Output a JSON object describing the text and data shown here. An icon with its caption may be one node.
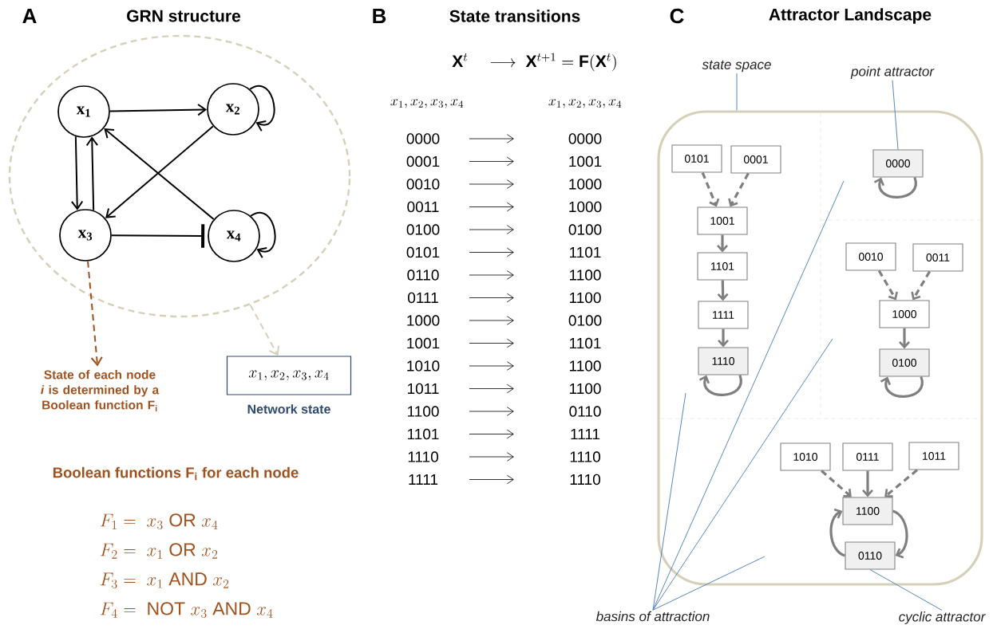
{
  "diagram": {
    "nodes": [
      {
        "text": [],
        "shape": "ellipse"
      },
      {
        "text": [
          "x$_{1}$"
        ],
        "in": 0
      },
      {
        "text": [
          "x$_{2}$"
        ],
        "in": 0
      },
      {
        "text": [
          "x$_{3}$"
        ],
        "in": 0
      },
      {
        "text": [
          "x$_{4}$"
        ],
        "in": 0
      },
      {
        "text": [
          "State of each node *i* is determined by a Boolean function F$_{i}$"
        ]
      },
      {
        "text": [
          "x_1,x_2,x_3,x_4",
          "Network state"
        ]
      },
      {
        "text": [],
        "shape": "box"
      },
      {
        "text": [
          "0101"
        ],
        "in": 7
      },
      {
        "text": [
          "0001"
        ],
        "in": 7
      },
      {
        "text": [
          "1001"
        ],
        "in": 7
      },
      {
        "text": [
          "1101"
        ],
        "in": 7
      },
      {
        "text": [
          "1111"
        ],
        "in": 7
      },
      {
        "text": [
          "1110"
        ],
        "in": 7
      },
      {
        "text": [
          "0000"
        ],
        "in": 7
      },
      {
        "text": [
          "0010"
        ],
        "in": 7
      },
      {
        "text": [
          "0011"
        ],
        "in": 7
      },
      {
        "text": [
          "1000"
        ],
        "in": 7
      },
      {
        "text": [
          "0100"
        ],
        "in": 7
      },
      {
        "text": [
          "1010"
        ],
        "in": 7
      },
      {
        "text": [
          "0111"
        ],
        "in": 7
      },
      {
        "text": [
          "1011"
        ],
        "in": 7
      },
      {
        "text": [
          "1100"
        ],
        "in": 7
      },
      {
        "text": [
          "0110"
        ],
        "in": 7
      },
      {
        "text": [
          "state space"
        ]
      },
      {
        "text": [
          "point attractor"
        ]
      },
      {
        "text": [
          "basins of attraction"
        ]
      },
      {
        "text": [
          "cyclic attractor"
        ]
      }
    ],
    "edges": [
      {
        "from": 1,
        "to": 2,
        "arrow": "to",
        "color": "#000000"
      },
      {
        "from": 2,
        "to": 2,
        "arrow": "to",
        "color": "#000000"
      },
      {
        "from": 2,
        "to": 3,
        "arrow": "to",
        "color": "#000000"
      },
      {
        "from": 4,
        "to": 1,
        "arrow": "to",
        "color": "#000000"
      },
      {
        "from": 1,
        "to": 3,
        "arrow": "to",
        "color": "#000000"
      },
      {
        "from": 3,
        "to": 1,
        "arrow": "to",
        "color": "#000000"
      },
      {
        "from": 3,
        "to": 4,
        "arrow": "other",
        "color": "#000000"
      },
      {
        "from": 4,
        "to": 4,
        "arrow": "to",
        "color": "#000000"
      },
      {
        "from": 3,
        "to": 5,
        "arrow": "to",
        "style": "dashed",
        "color": "#a0521e"
      },
      {
        "from": 0,
        "to": 6,
        "arrow": "to",
        "style": "dashed",
        "color": "#d6d0b8"
      },
      {
        "from": 8,
        "to": 10,
        "arrow": "to",
        "style": "dashed"
      },
      {
        "from": 9,
        "to": 10,
        "arrow": "to",
        "style": "dashed"
      },
      {
        "from": 10,
        "to": 11,
        "arrow": "to"
      },
      {
        "from": 11,
        "to": 12,
        "arrow": "to"
      },
      {
        "from": 12,
        "to": 13,
        "arrow": "to"
      },
      {
        "from": 13,
        "to": 13,
        "arrow": "to"
      },
      {
        "from": 14,
        "to": 14,
        "arrow": "to"
      },
      {
        "from": 15,
        "to": 17,
        "arrow": "to",
        "style": "dashed"
      },
      {
        "from": 16,
        "to": 17,
        "arrow": "to",
        "style": "dashed"
      },
      {
        "from": 17,
        "to": 18,
        "arrow": "to"
      },
      {
        "from": 18,
        "to": 18,
        "arrow": "to"
      },
      {
        "from": 19,
        "to": 22,
        "arrow": "to",
        "style": "dashed"
      },
      {
        "from": 20,
        "to": 22,
        "arrow": "to"
      },
      {
        "from": 21,
        "to": 22,
        "arrow": "to",
        "style": "dashed"
      },
      {
        "from": 22,
        "to": 23,
        "arrow": "to"
      },
      {
        "from": 23,
        "to": 22,
        "arrow": "to"
      },
      {
        "from": 24,
        "to": 7,
        "arrow": "none",
        "color": "#4a7ebb"
      },
      {
        "from": 25,
        "to": 14,
        "arrow": "none",
        "color": "#4a7ebb"
      },
      {
        "from": 26,
        "to": null,
        "arrow": "none",
        "color": "#4a7ebb"
      },
      {
        "from": 26,
        "to": null,
        "arrow": "none",
        "color": "#4a7ebb"
      },
      {
        "from": 26,
        "to": null,
        "arrow": "none",
        "color": "#4a7ebb"
      },
      {
        "from": 26,
        "to": null,
        "arrow": "none",
        "color": "#4a7ebb"
      },
      {
        "from": 27,
        "to": 23,
        "arrow": "none",
        "color": "#4a7ebb"
      }
    ],
    "labels": [
      "A",
      "GRN structure",
      "Boolean functions F$_{i}$ for each node",
      "F_1 =\\; x_3 \\;\\mathrm{OR}\\; x_4",
      "F_2 =\\; x_1 \\;\\mathrm{OR}\\; x_2",
      "F_3 =\\; x_1 \\;\\mathrm{AND}\\; x_2",
      "F_4 =\\; \\mathrm{NOT}\\; x_3 \\;\\mathrm{AND}\\; x_4",
      "B",
      "State transitions",
      "\\mathbf{X}^t \\quad\\longrightarrow\\; \\mathbf{X}^{t+1} = \\mathbf{F}(\\mathbf{X}^t)",
      "x_1,x_2,x_3,x_4",
      "x_1,x_2,x_3,x_4",
      "0000",
      "0000",
      "0001",
      "1001",
      "0010",
      "1000",
      "0011",
      "1000",
      "0100",
      "0100",
      "0101",
      "1101",
      "0110",
      "1100",
      "0111",
      "1100",
      "1000",
      "0100",
      "1001",
      "1101",
      "1010",
      "1100",
      "1011",
      "1100",
      "1100",
      "0110",
      "1101",
      "1111",
      "1110",
      "1110",
      "1111",
      "1110",
      "C",
      "Attractor Landscape"
    ]
  }
}
